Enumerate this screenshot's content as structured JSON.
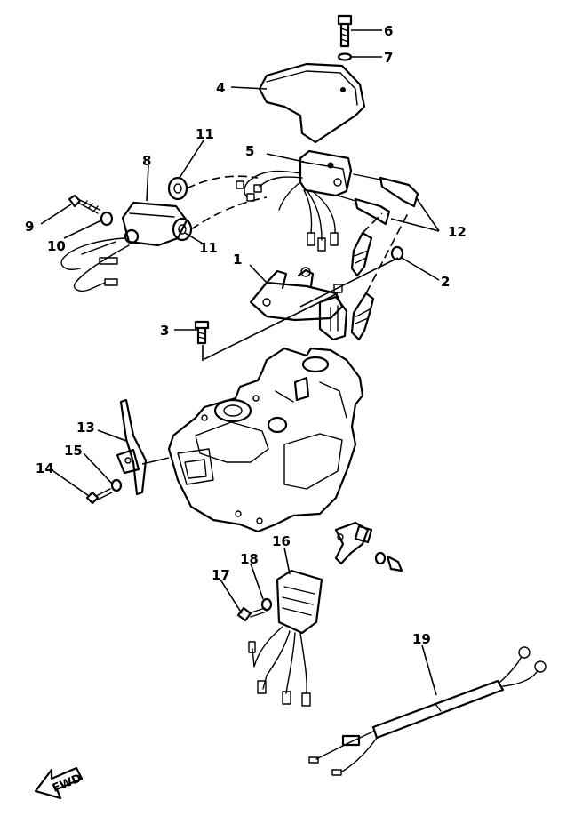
{
  "diagram": {
    "callouts": [
      "1",
      "2",
      "3",
      "4",
      "5",
      "6",
      "7",
      "8",
      "9",
      "10",
      "11",
      "11",
      "12",
      "13",
      "14",
      "15",
      "16",
      "17",
      "18",
      "19"
    ],
    "fwd_label": "FWD"
  }
}
